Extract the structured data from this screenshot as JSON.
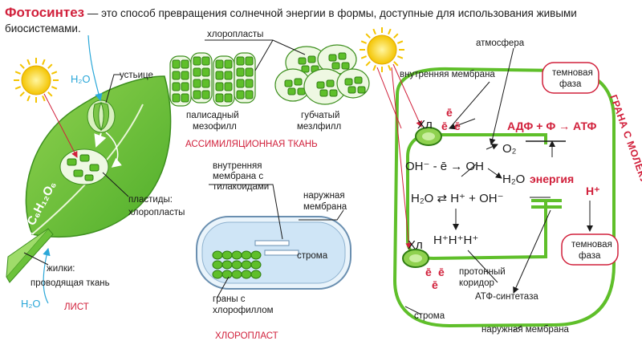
{
  "header": {
    "term": "Фотосинтез",
    "definition": " — это способ превращения солнечной энергии в формы, доступные для использования живыми биосистемами."
  },
  "leaf": {
    "water_top": "H₂O",
    "water_bottom": "H₂O",
    "stomata": "устьице",
    "glucose": "C₆H₁₂O₆",
    "plastids_1": "пластиды:",
    "plastids_2": "хлоропласты",
    "veins_1": "жилки:",
    "veins_2": "проводящая ткань",
    "leaf_caption": "ЛИСТ"
  },
  "tissue": {
    "chloroplasts": "хлоропласты",
    "palisade_1": "палисадный",
    "palisade_2": "мезофилл",
    "spongy_1": "губчатый",
    "spongy_2": "мезлфилл",
    "caption": "АССИМИЛЯЦИОННАЯ ТКАНЬ"
  },
  "chloroplast": {
    "inner_1": "внутренняя",
    "inner_2": "мембрана с",
    "inner_3": "тилакоидами",
    "outer_1": "наружная",
    "outer_2": "мембрана",
    "stroma": "строма",
    "grana_1": "граны с",
    "grana_2": "хлорофиллом",
    "caption": "ХЛОРОПЛАСТ"
  },
  "scheme": {
    "atmosphere": "атмосфера",
    "inner_membrane": "внутренняя мембрана",
    "dark_phase_top_1": "темновая",
    "dark_phase_top_2": "фаза",
    "dark_phase_bottom_1": "темновая",
    "dark_phase_bottom_2": "фаза",
    "chl_top": "Хл",
    "chl_bottom": "Хл",
    "e1": "ē",
    "e2": "ē",
    "e3": "ē",
    "e4": "ē",
    "e5": "ē",
    "e6": "ē",
    "atp_reaction": "АДФ + Ф → АТФ",
    "oh_reaction": "OH⁻ - ē → OH",
    "o2": "O₂",
    "h2o_out": "H₂O",
    "energy": "энергия",
    "h_plus": "H⁺",
    "water_dissociation": "H₂O ⇄ H⁺ + OH⁻",
    "protons": "H⁺H⁺H⁺",
    "proton_corridor_1": "протонный",
    "proton_corridor_2": "коридор",
    "atp_synthase": "АТФ-синтетаза",
    "stroma": "строма",
    "outer_membrane": "наружная мембрана",
    "grana_side": "ГРАНА С МОЛЕКУЛАМИ ХЛОРОФИЛЛА"
  }
}
